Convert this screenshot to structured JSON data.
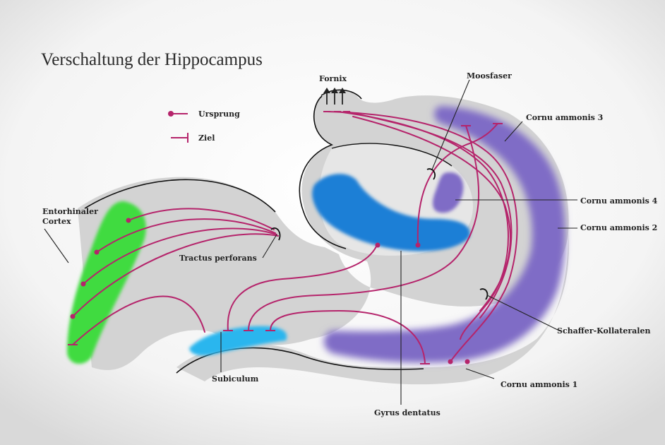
{
  "title": "Verschaltung der Hippocampus",
  "legend": {
    "origin": "Ursprung",
    "target": "Ziel"
  },
  "labels": {
    "fornix": "Fornix",
    "moosfaser": "Moosfaser",
    "ca3": "Cornu  ammonis 3",
    "ca4": "Cornu  ammonis 4",
    "ca2": "Cornu  ammonis 2",
    "ca1": "Cornu  ammonis 1",
    "schaffer": "Schaffer-Kollateralen",
    "entorhinal_1": "Entorhinaler",
    "entorhinal_2": "Cortex",
    "tractus": "Tractus perforans",
    "subiculum": "Subiculum",
    "gyrus": "Gyrus dentatus"
  },
  "colors": {
    "fiber": "#b5246b",
    "entorhinal": "#3fdb3f",
    "subiculum": "#29b6ee",
    "gyrus": "#1f7fd6",
    "cornu": "#7f6cc6",
    "tissue": "#d3d3d3"
  }
}
